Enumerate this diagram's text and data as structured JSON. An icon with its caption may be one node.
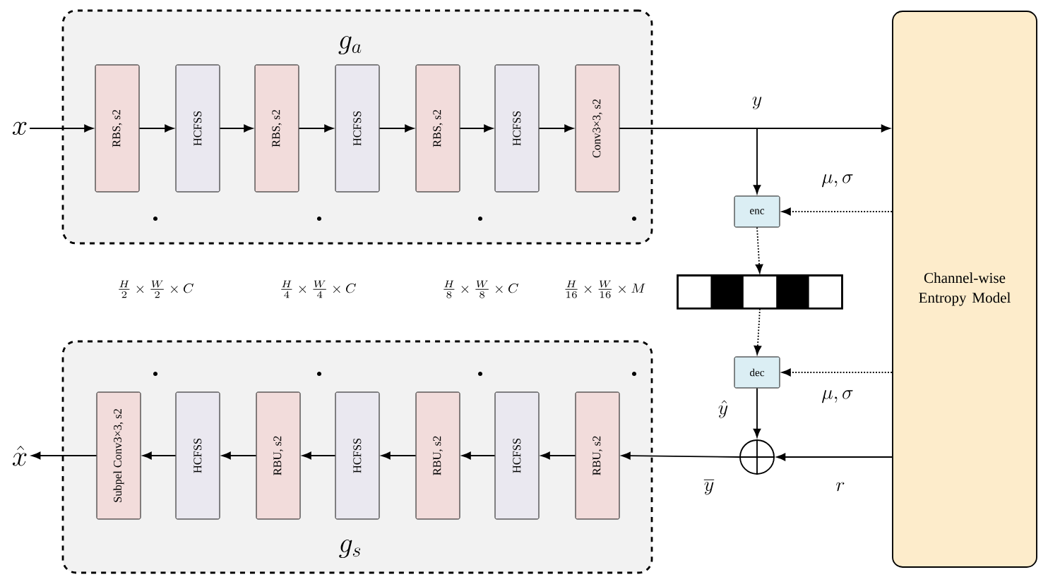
{
  "diagram": {
    "nodes": [
      {
        "text": [
          "g_a"
        ]
      },
      {
        "text": [
          "RBS, s2"
        ],
        "in": 0
      },
      {
        "text": [
          "HCFSS"
        ],
        "in": 0
      },
      {
        "text": [
          "RBS, s2"
        ],
        "in": 0
      },
      {
        "text": [
          "HCFSS"
        ],
        "in": 0
      },
      {
        "text": [
          "RBS, s2"
        ],
        "in": 0
      },
      {
        "text": [
          "HCFSS"
        ],
        "in": 0
      },
      {
        "text": [
          "Conv3×3, s2"
        ],
        "in": 0
      },
      {
        "text": [
          "g_s"
        ]
      },
      {
        "text": [
          "Subpel Conv3×3, s2"
        ],
        "in": 8
      },
      {
        "text": [
          "HCFSS"
        ],
        "in": 8
      },
      {
        "text": [
          "RBU, s2"
        ],
        "in": 8
      },
      {
        "text": [
          "HCFSS"
        ],
        "in": 8
      },
      {
        "text": [
          "RBU, s2"
        ],
        "in": 8
      },
      {
        "text": [
          "HCFSS"
        ],
        "in": 8
      },
      {
        "text": [
          "RBU, s2"
        ],
        "in": 8
      },
      {
        "text": [
          "enc"
        ]
      },
      {
        "text": [
          "dec"
        ]
      },
      {
        "text": [],
        "shape": "bar"
      },
      {
        "text": [
          "Channel-wise Entropy Model"
        ]
      },
      {
        "text": [],
        "shape": "circle"
      },
      {
        "text": [
          "x"
        ]
      },
      {
        "text": [
          "\\hat{x}"
        ]
      }
    ],
    "edges": [
      {
        "from": 21,
        "to": 1,
        "arrow": "to"
      },
      {
        "from": 1,
        "to": 2,
        "arrow": "to"
      },
      {
        "from": 2,
        "to": 3,
        "arrow": "to"
      },
      {
        "from": 3,
        "to": 4,
        "arrow": "to"
      },
      {
        "from": 4,
        "to": 5,
        "arrow": "to"
      },
      {
        "from": 5,
        "to": 6,
        "arrow": "to"
      },
      {
        "from": 6,
        "to": 7,
        "arrow": "to"
      },
      {
        "from": 7,
        "to": 19,
        "arrow": "to",
        "label": "y"
      },
      {
        "from": 7,
        "to": 16,
        "arrow": "to"
      },
      {
        "from": 19,
        "to": 16,
        "arrow": "to",
        "style": "dashed",
        "label": "\\mu,\\sigma"
      },
      {
        "from": 16,
        "to": 18,
        "arrow": "to",
        "style": "dashed"
      },
      {
        "from": 18,
        "to": 17,
        "arrow": "to",
        "style": "dashed"
      },
      {
        "from": 19,
        "to": 17,
        "arrow": "to",
        "style": "dashed",
        "label": "\\mu,\\sigma"
      },
      {
        "from": 17,
        "to": 20,
        "arrow": "to",
        "label": "\\hat{y}"
      },
      {
        "from": 19,
        "to": 20,
        "arrow": "to",
        "label": "r"
      },
      {
        "from": 20,
        "to": 15,
        "arrow": "to",
        "label": "\\overline{y}"
      },
      {
        "from": 15,
        "to": 14,
        "arrow": "to"
      },
      {
        "from": 14,
        "to": 13,
        "arrow": "to"
      },
      {
        "from": 13,
        "to": 12,
        "arrow": "to"
      },
      {
        "from": 12,
        "to": 11,
        "arrow": "to"
      },
      {
        "from": 11,
        "to": 10,
        "arrow": "to"
      },
      {
        "from": 10,
        "to": 9,
        "arrow": "to"
      },
      {
        "from": 9,
        "to": 22,
        "arrow": "to"
      }
    ],
    "labels": [
      "\\frac{H}{2}\\times\\frac{W}{2}\\times C",
      "\\frac{H}{4}\\times\\frac{W}{4}\\times C",
      "\\frac{H}{8}\\times\\frac{W}{8}\\times C",
      "\\frac{H}{16}\\times\\frac{W}{16}\\times M"
    ]
  }
}
